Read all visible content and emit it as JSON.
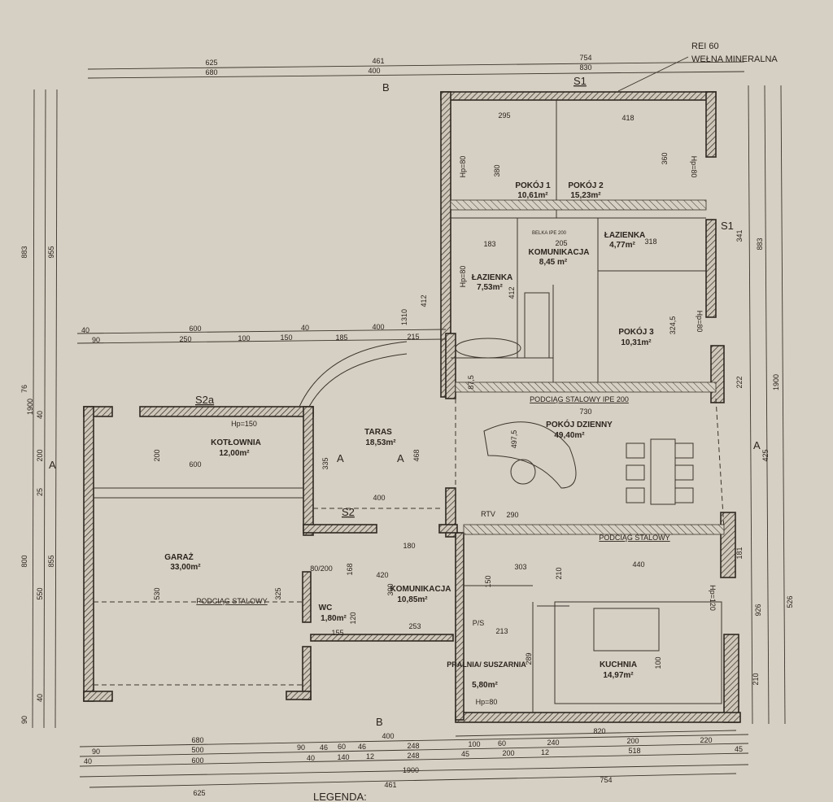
{
  "annotation": {
    "line1": "REI 60",
    "line2": "WEŁNA MINERALNA"
  },
  "legend": "LEGENDA:",
  "sections": {
    "b_top": "B",
    "b_bottom": "B",
    "s1_top": "S1",
    "s1_right": "S1",
    "s2a": "S2a",
    "s2": "S2",
    "a_left": "A",
    "a_mid1": "A",
    "a_mid2": "A",
    "a_right": "A"
  },
  "rooms": {
    "pokoj1": {
      "name": "POKÓJ 1",
      "area": "10,61m²"
    },
    "pokoj2": {
      "name": "POKÓJ 2",
      "area": "15,23m²"
    },
    "lazienka_small": {
      "name": "ŁAZIENKA",
      "area": "4,77m²"
    },
    "komunikacja_top": {
      "name": "KOMUNIKACJA",
      "area": "8,45 m²"
    },
    "lazienka": {
      "name": "ŁAZIENKA",
      "area": "7,53m²"
    },
    "pokoj3": {
      "name": "POKÓJ 3",
      "area": "10,31m²"
    },
    "pokoj_dzienny": {
      "name": "POKÓJ DZIENNY",
      "area": "49,40m²"
    },
    "taras": {
      "name": "TARAS",
      "area": "18,53m²"
    },
    "kotlownia": {
      "name": "KOTŁOWNIA",
      "area": "12,00m²"
    },
    "garaz": {
      "name": "GARAŻ",
      "area": "33,00m²"
    },
    "komunikacja": {
      "name": "KOMUNIKACJA",
      "area": "10,85m²"
    },
    "wc": {
      "name": "WC",
      "area": "1,80m²"
    },
    "pralnia": {
      "name": "PRALNIA/ SUSZARNIA",
      "area": "5,80m²"
    },
    "kuchnia": {
      "name": "KUCHNIA",
      "area": "14,97m²"
    }
  },
  "notes": {
    "ipe_top": "PODCIĄG STALOWY IPE 200",
    "stalowy_mid": "PODCIĄG STALOWY",
    "stalowy_garage": "PODCIĄG STALOWY",
    "belka": "BELKA IPE 200",
    "rtv": "RTV",
    "ps": "P/S",
    "hp150": "Hp=150",
    "hp80a": "Hp=80",
    "hp80b": "Hp=80",
    "hp80c": "Hp=80",
    "hp80d": "Hp=80",
    "hp120": "Hp=120",
    "hp80e": "Hp=80",
    "door": "80/200"
  },
  "dims": {
    "top1": [
      "625",
      "461",
      "754"
    ],
    "top2": [
      "680",
      "400",
      "830"
    ],
    "bottom1": [
      "680",
      "400",
      "820"
    ],
    "bottom2": [
      "90",
      "500",
      "90",
      "46",
      "60",
      "46",
      "248",
      "100",
      "60",
      "240",
      "200",
      "220"
    ],
    "bottom3": [
      "40",
      "600",
      "40",
      "140",
      "12",
      "248",
      "45",
      "200",
      "12",
      "518",
      "45"
    ],
    "bottom4": [
      "1900"
    ],
    "bottom5": [
      "625",
      "461",
      "754"
    ],
    "left": [
      "883",
      "955",
      "76",
      "1900",
      "200",
      "25",
      "800",
      "855",
      "550",
      "90",
      "40",
      "40"
    ],
    "right": [
      "883",
      "1900",
      "425",
      "526",
      "926",
      "341",
      "222",
      "181",
      "210"
    ],
    "mid_row": [
      "40",
      "90",
      "600",
      "250",
      "100",
      "150",
      "40",
      "185",
      "400",
      "215"
    ],
    "inner": [
      "295",
      "418",
      "380",
      "360",
      "205",
      "183",
      "318",
      "412",
      "324,5",
      "87,5",
      "730",
      "497,5",
      "290",
      "303",
      "440",
      "210",
      "150",
      "213",
      "289",
      "100",
      "600",
      "200",
      "530",
      "325",
      "400",
      "335",
      "180",
      "420",
      "168",
      "300",
      "253",
      "155",
      "120",
      "1310",
      "412",
      "468"
    ]
  }
}
